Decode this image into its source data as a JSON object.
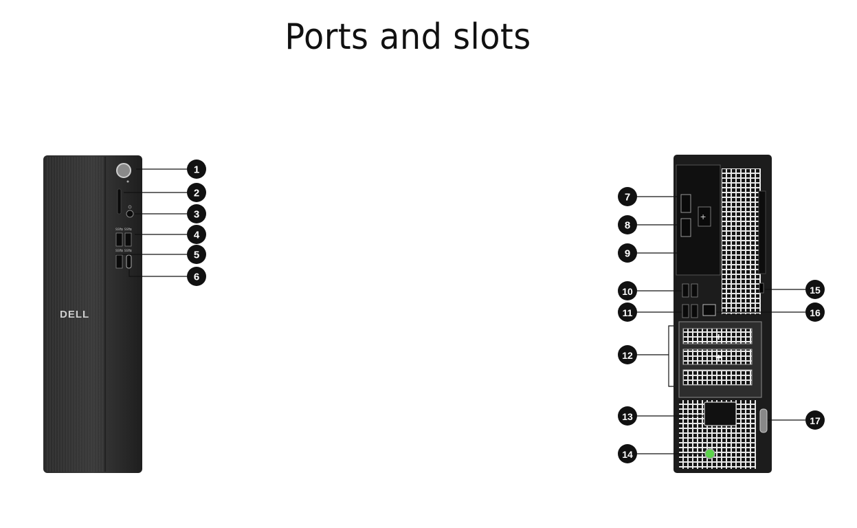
{
  "title": "Ports and slots",
  "front_view": {
    "brand_logo": "DELL",
    "callouts": [
      "1",
      "2",
      "3",
      "4",
      "5",
      "6"
    ]
  },
  "rear_view": {
    "callouts_left": [
      "7",
      "8",
      "9",
      "10",
      "11",
      "12",
      "13",
      "14"
    ],
    "callouts_right": [
      "15",
      "16",
      "17"
    ]
  },
  "colors": {
    "callout_fill": "#111111",
    "callout_text": "#ffffff",
    "chassis_dark": "#1c1c1c",
    "chassis_light": "#3a3a3a",
    "power_led": "#5bd34a"
  }
}
